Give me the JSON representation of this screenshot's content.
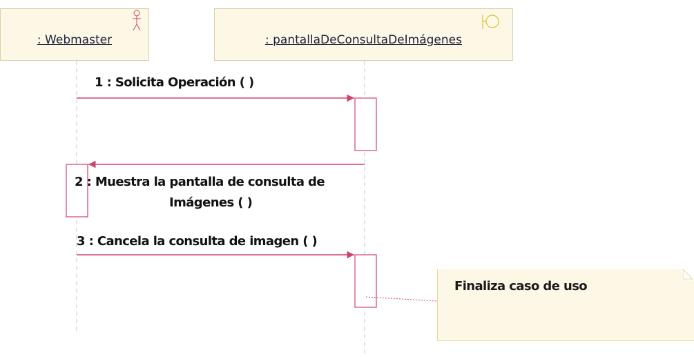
{
  "lifelines": {
    "webmaster": {
      "label": ": Webmaster",
      "stereotype": "actor"
    },
    "screen": {
      "label": ": pantallaDeConsultaDeImágenes",
      "stereotype": "boundary"
    }
  },
  "messages": [
    {
      "label": "1 : Solicita Operación (  )",
      "from": "webmaster",
      "to": "screen"
    },
    {
      "label_line1": "2 : Muestra la pantalla de consulta de",
      "label_line2": "Imágenes (  )",
      "from": "screen",
      "to": "webmaster"
    },
    {
      "label": "3 : Cancela la consulta de imagen (  )",
      "from": "webmaster",
      "to": "screen"
    }
  ],
  "note": {
    "text": "Finaliza caso de uso"
  },
  "colors": {
    "message_line": "#d0436b",
    "activation": "#d0436b",
    "lifeline_dash": "#c8c8c8",
    "object_fill": "#fdf8e6",
    "object_border": "#d9cfa8"
  }
}
